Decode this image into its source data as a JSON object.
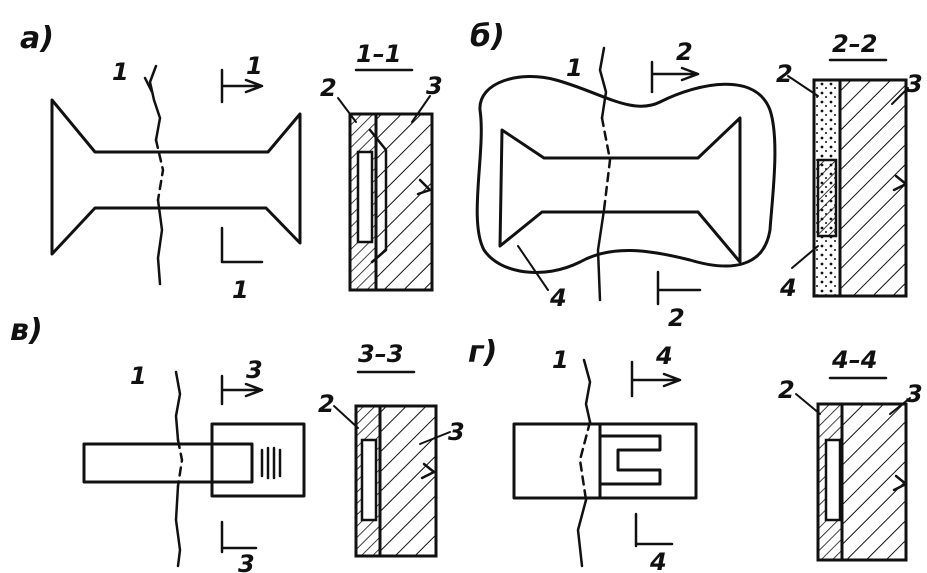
{
  "panels": [
    {
      "letter": "а)",
      "section": "1–1",
      "cut_mark": "1"
    },
    {
      "letter": "б)",
      "section": "2–2",
      "cut_mark": "2"
    },
    {
      "letter": "в)",
      "section": "3–3",
      "cut_mark": "3"
    },
    {
      "letter": "г)",
      "section": "4–4",
      "cut_mark": "4"
    }
  ],
  "callouts": {
    "joint": "1",
    "slab": "2",
    "wall": "3",
    "fill": "4"
  },
  "colors": {
    "ink": "#111111",
    "paper": "#ffffff"
  }
}
